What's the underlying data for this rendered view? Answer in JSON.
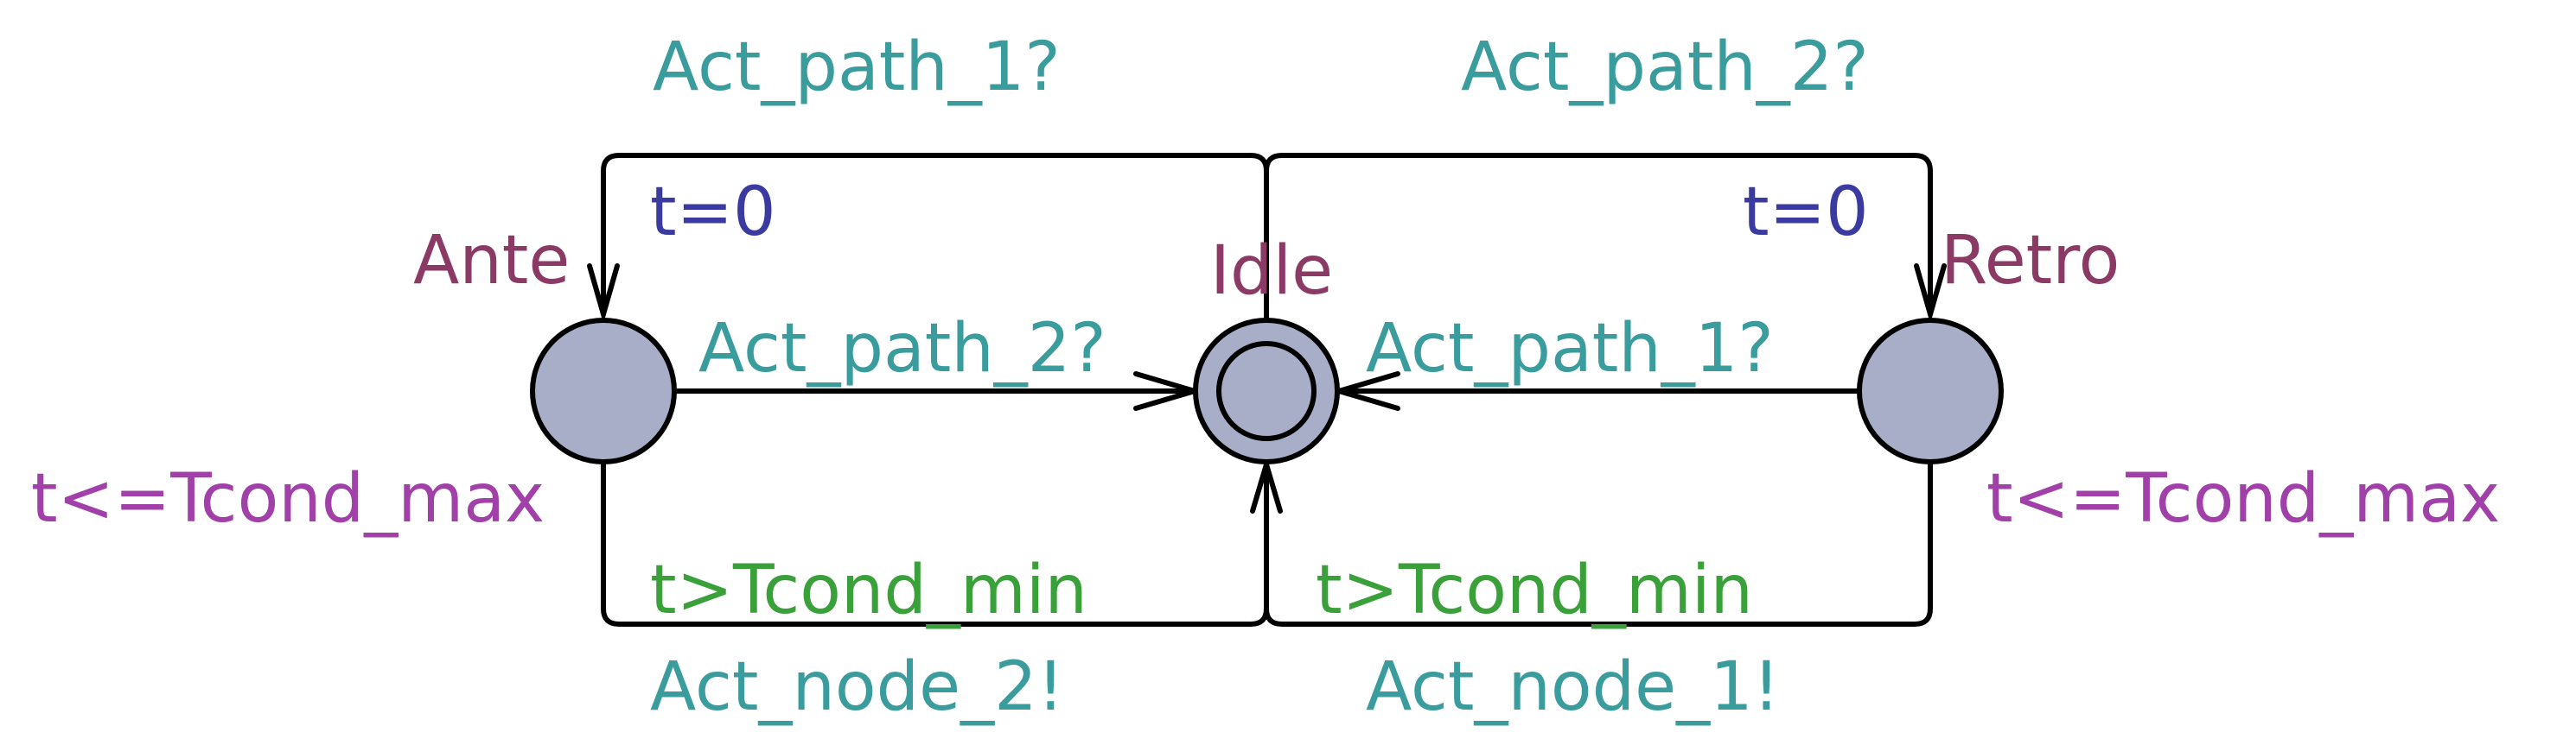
{
  "colors": {
    "state_fill": "#a8aec8",
    "state_name": "#8a3a64",
    "sync": "#3a9c9c",
    "assignment": "#3a3aa0",
    "invariant": "#a040a8",
    "guard": "#3aa03a"
  },
  "states": {
    "ante": "Ante",
    "idle": "Idle",
    "retro": "Retro"
  },
  "invariants": {
    "ante": "t<=Tcond_max",
    "retro": "t<=Tcond_max"
  },
  "edges": {
    "idle_to_ante": {
      "sync": "Act_path_1?",
      "assignment": "t=0"
    },
    "idle_to_retro": {
      "sync": "Act_path_2?",
      "assignment": "t=0"
    },
    "ante_to_idle_direct": {
      "sync": "Act_path_2?"
    },
    "retro_to_idle_direct": {
      "sync": "Act_path_1?"
    },
    "ante_to_idle_bottom": {
      "guard": "t>Tcond_min",
      "sync": "Act_node_2!"
    },
    "retro_to_idle_bottom": {
      "guard": "t>Tcond_min",
      "sync": "Act_node_1!"
    }
  }
}
